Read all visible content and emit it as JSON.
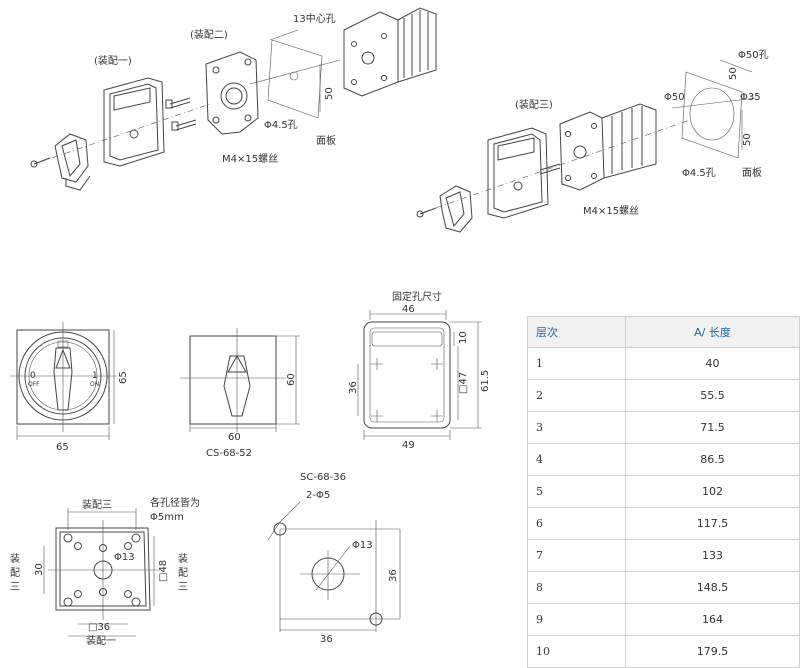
{
  "exploded": {
    "assembly1": "(装配一)",
    "assembly2": "(装配二)",
    "assembly3": "(装配三)",
    "center_hole": "13中心孔",
    "hole45_a": "Φ4.5孔",
    "hole45_b": "Φ4.5孔",
    "panel_a": "面板",
    "panel_b": "面板",
    "screw_a": "M4×15螺丝",
    "screw_b": "M4×15螺丝",
    "dim50_a": "50",
    "dim50_b": "50",
    "dim50_c": "50",
    "phi50_hole": "Φ50孔",
    "phi50": "Φ50",
    "phi35": "Φ35"
  },
  "front_view": {
    "width": "65",
    "height": "65",
    "off": "OFF",
    "on": "ON",
    "zero": "0",
    "one": "1"
  },
  "cs_view": {
    "width": "60",
    "height": "60",
    "model": "CS-68-52"
  },
  "fix_hole": {
    "title": "固定孔尺寸",
    "top": "46",
    "bottom": "49",
    "left": "36",
    "right_small": "10",
    "right_mid": "□47",
    "right_big": "61.5"
  },
  "assembly3_drawing": {
    "title": "装配三",
    "note1": "各孔径皆为",
    "note2": "Φ5mm",
    "phi13": "Φ13",
    "left_dim": "30",
    "right_dim": "□48",
    "bottom_dim": "□36",
    "bottom_label": "装配一",
    "side_left": [
      "装",
      "配",
      "三"
    ],
    "side_right": [
      "装",
      "配",
      "三"
    ]
  },
  "sc_view": {
    "model": "SC-68-36",
    "holes": "2-Φ5",
    "phi13": "Φ13",
    "right_dim": "36",
    "bottom_dim": "36"
  },
  "table": {
    "headers": [
      "层次",
      "A/ 长度"
    ],
    "rows": [
      [
        "1",
        "40"
      ],
      [
        "2",
        "55.5"
      ],
      [
        "3",
        "71.5"
      ],
      [
        "4",
        "86.5"
      ],
      [
        "5",
        "102"
      ],
      [
        "6",
        "117.5"
      ],
      [
        "7",
        "133"
      ],
      [
        "8",
        "148.5"
      ],
      [
        "9",
        "164"
      ],
      [
        "10",
        "179.5"
      ]
    ]
  }
}
